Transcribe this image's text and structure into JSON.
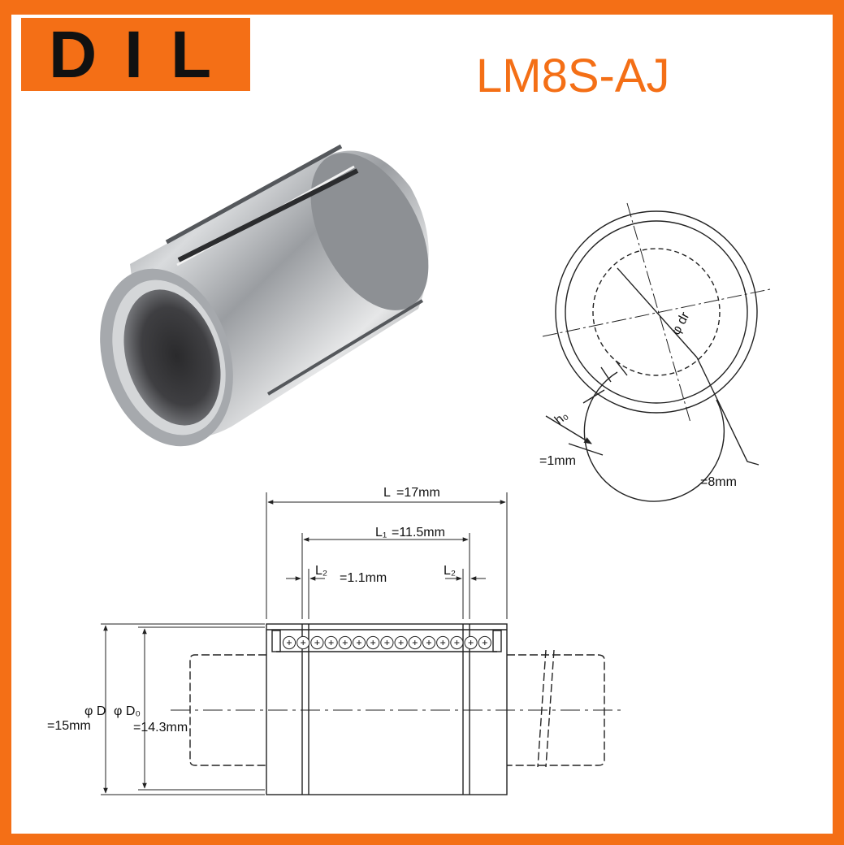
{
  "brand": {
    "text": "DIL"
  },
  "title": "LM8S-AJ",
  "colors": {
    "accent": "#f46f16",
    "line": "#222222"
  },
  "end_view": {
    "dr_symbol": "φ dr",
    "dr_value": "=8mm",
    "h0_symbol": "h₀",
    "h0_value": "=1mm"
  },
  "side_view": {
    "L_symbol": "L",
    "L_value": "=17mm",
    "L1_symbol": "L₁",
    "L1_value": "=11.5mm",
    "L2_symbol": "L₂",
    "L2_value": "=1.1mm",
    "L2b_symbol": "L₂",
    "D_symbol": "φ D",
    "D_value": "=15mm",
    "D0_symbol": "φ D₀",
    "D0_value": "=14.3mm"
  }
}
